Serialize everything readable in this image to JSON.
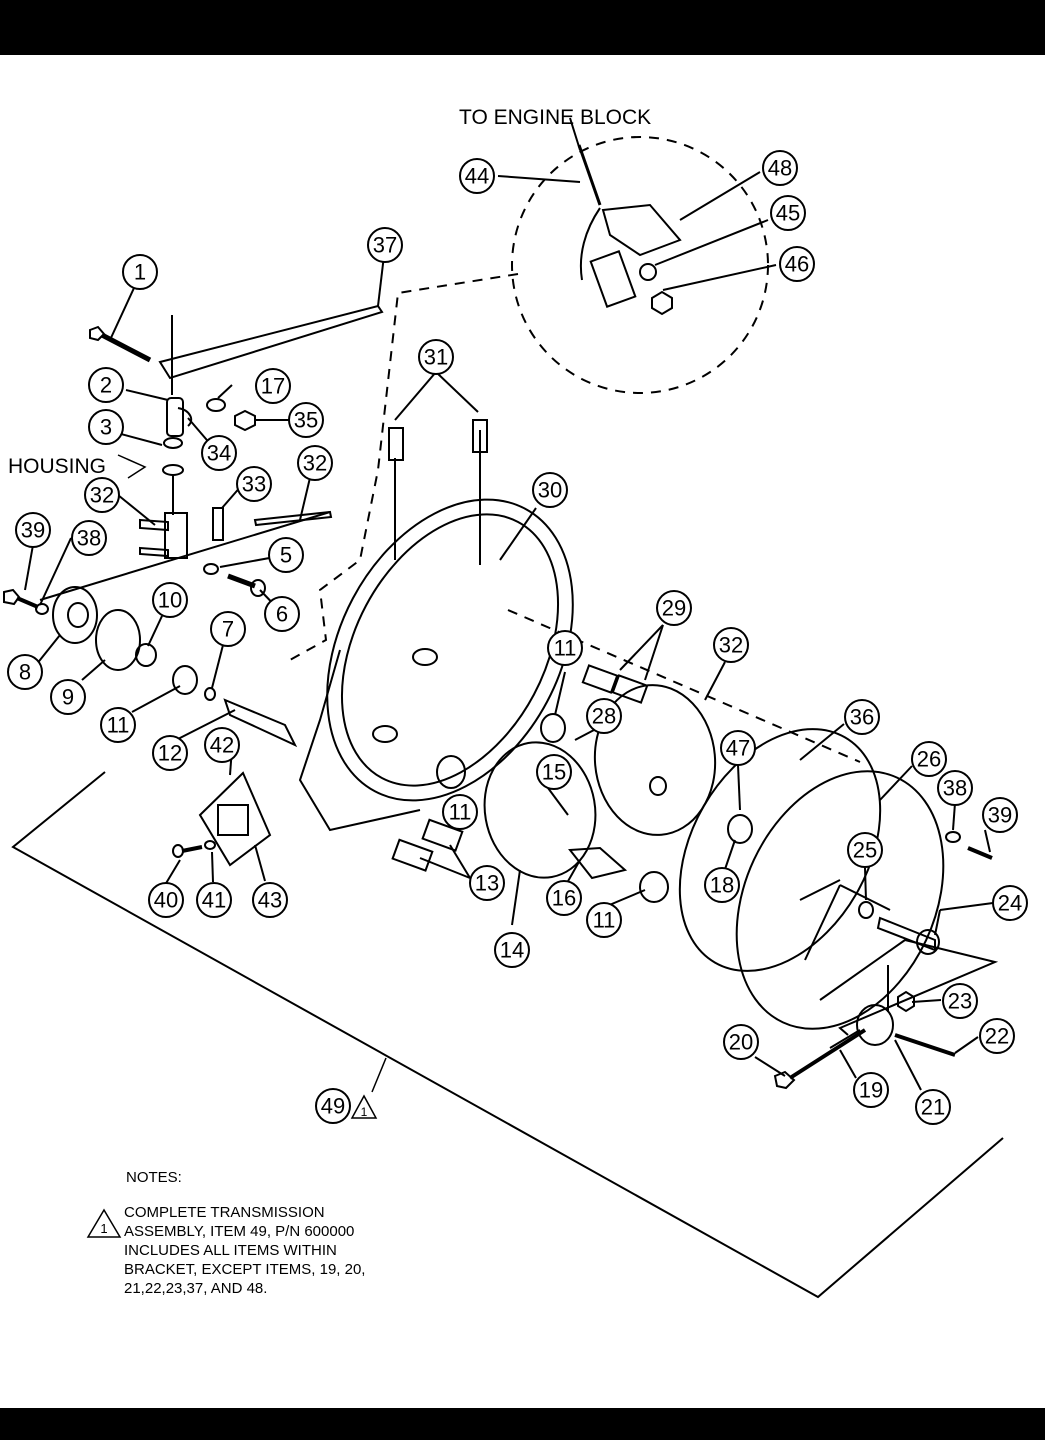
{
  "title_callout": "TO ENGINE BLOCK",
  "housing_label": "HOUSING",
  "assembly": {
    "item": "49",
    "note_ref": "1"
  },
  "notes": {
    "heading": "NOTES:",
    "ref": "1",
    "text": "COMPLETE TRANSMISSION\nASSEMBLY, ITEM 49, P/N 600000\nINCLUDES ALL ITEMS WITHIN\nBRACKET, EXCEPT ITEMS, 19, 20,\n21,22,23,37, AND 48."
  },
  "callouts": [
    {
      "n": "1"
    },
    {
      "n": "2"
    },
    {
      "n": "3"
    },
    {
      "n": "17"
    },
    {
      "n": "34"
    },
    {
      "n": "35"
    },
    {
      "n": "37"
    },
    {
      "n": "32"
    },
    {
      "n": "32"
    },
    {
      "n": "33"
    },
    {
      "n": "5"
    },
    {
      "n": "6"
    },
    {
      "n": "39"
    },
    {
      "n": "38"
    },
    {
      "n": "8"
    },
    {
      "n": "9"
    },
    {
      "n": "10"
    },
    {
      "n": "7"
    },
    {
      "n": "11"
    },
    {
      "n": "12"
    },
    {
      "n": "42"
    },
    {
      "n": "40"
    },
    {
      "n": "41"
    },
    {
      "n": "43"
    },
    {
      "n": "31"
    },
    {
      "n": "30"
    },
    {
      "n": "44"
    },
    {
      "n": "48"
    },
    {
      "n": "45"
    },
    {
      "n": "46"
    },
    {
      "n": "29"
    },
    {
      "n": "11"
    },
    {
      "n": "28"
    },
    {
      "n": "32"
    },
    {
      "n": "11"
    },
    {
      "n": "15"
    },
    {
      "n": "13"
    },
    {
      "n": "14"
    },
    {
      "n": "16"
    },
    {
      "n": "11"
    },
    {
      "n": "47"
    },
    {
      "n": "36"
    },
    {
      "n": "26"
    },
    {
      "n": "18"
    },
    {
      "n": "25"
    },
    {
      "n": "38"
    },
    {
      "n": "39"
    },
    {
      "n": "24"
    },
    {
      "n": "23"
    },
    {
      "n": "22"
    },
    {
      "n": "20"
    },
    {
      "n": "19"
    },
    {
      "n": "21"
    }
  ]
}
